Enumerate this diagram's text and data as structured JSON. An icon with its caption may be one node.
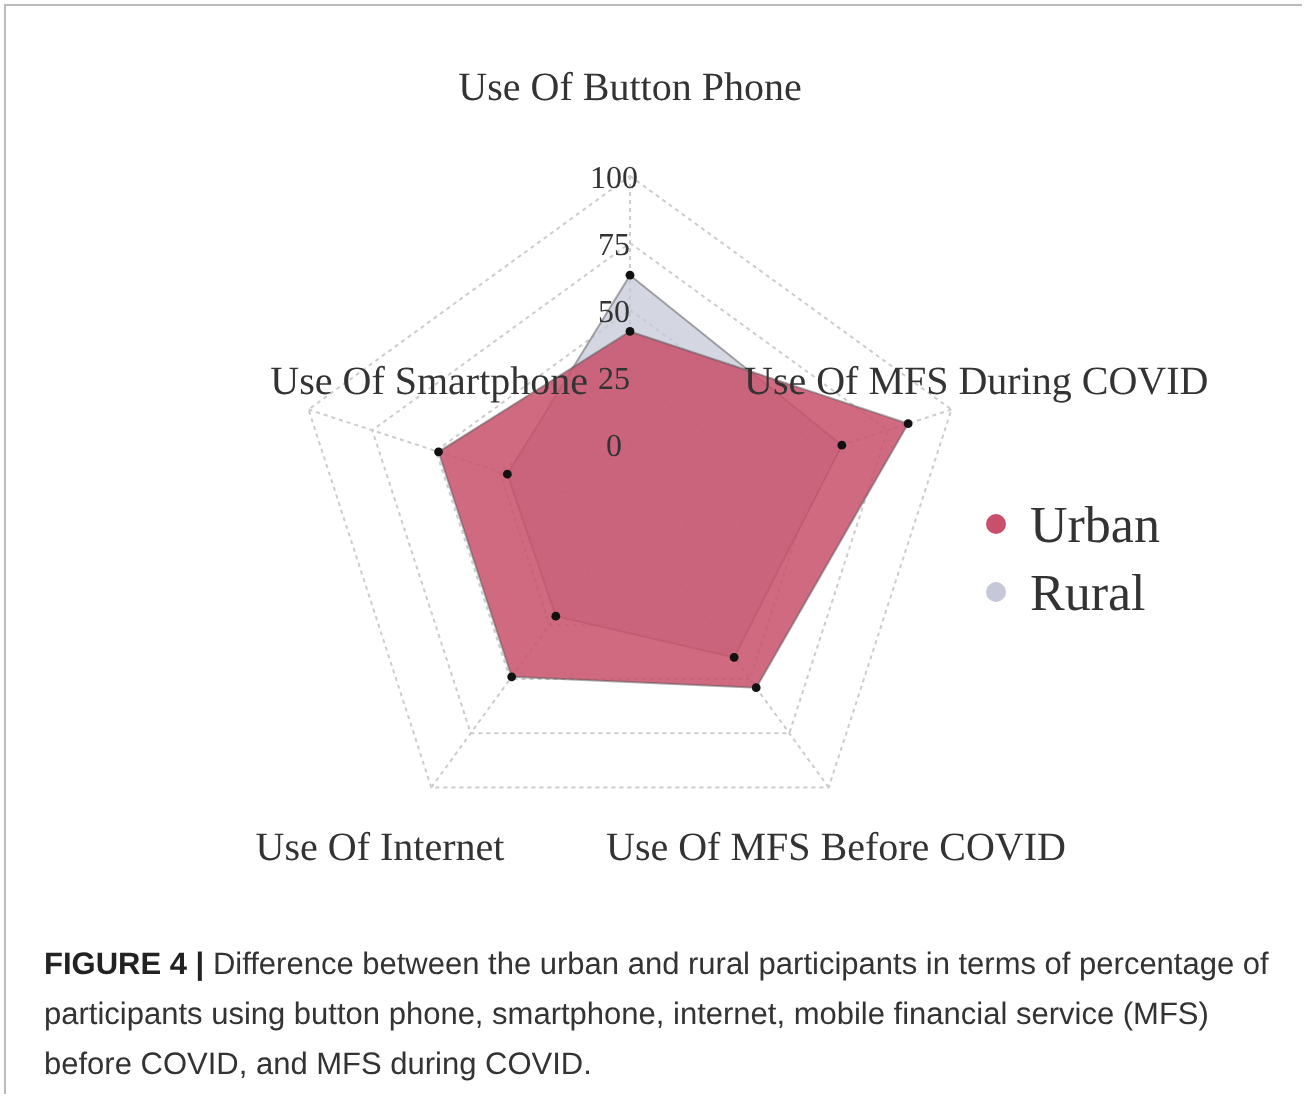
{
  "diagram": {
    "caption": "**FIGURE 4 |** Difference between the urban and rural participants in terms of percentage of participants using button phone, smartphone, internet, mobile financial service (MFS) before COVID, and MFS during COVID.",
    "labels": [
      "Use Of Button Phone",
      "100",
      "75",
      "50",
      "Use Of Smartphone",
      "25",
      "Use Of MFS During COVID",
      "0",
      "Use Of Internet",
      "Use Of MFS Before COVID"
    ],
    "legend": [
      {
        "text": "Urban",
        "color": "#c8506a"
      },
      {
        "text": "Rural",
        "color": "#c5c8d8"
      }
    ]
  }
}
